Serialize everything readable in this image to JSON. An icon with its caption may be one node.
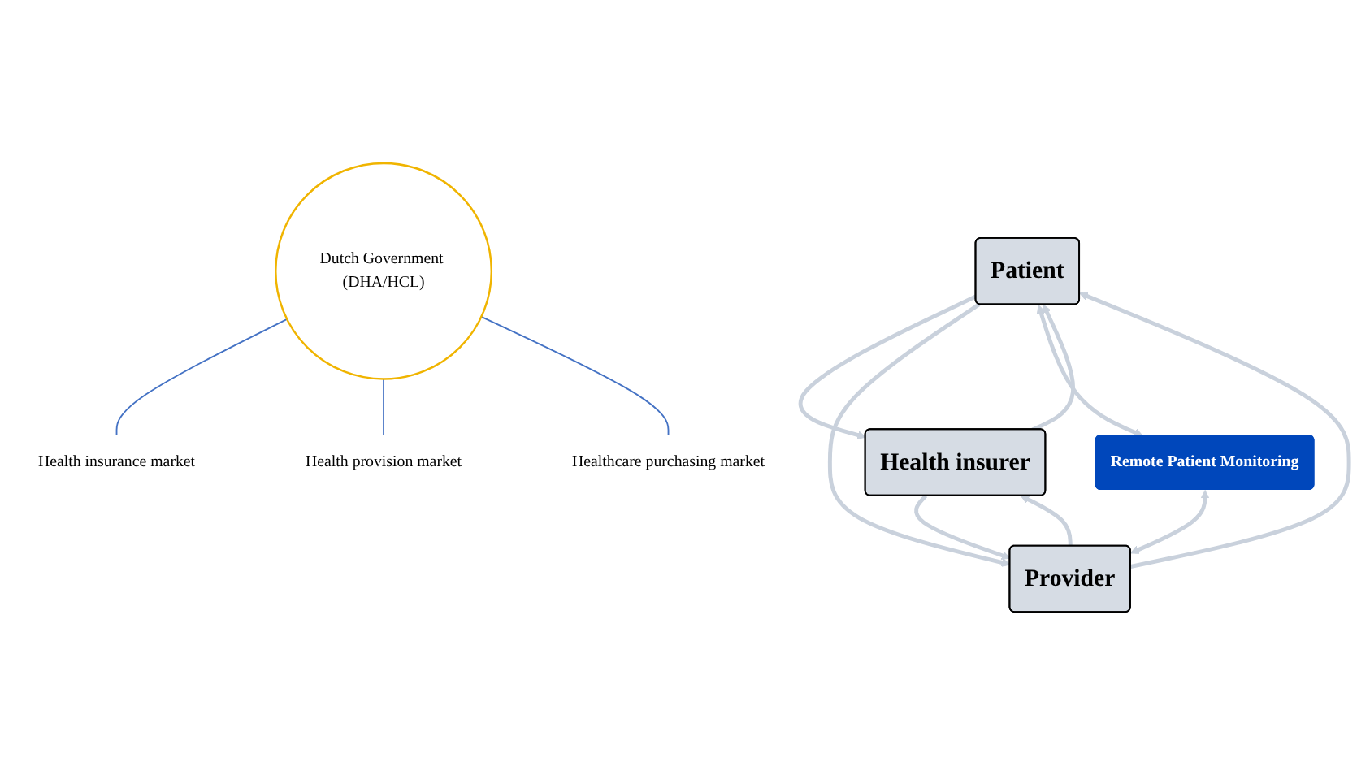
{
  "diagram": {
    "nodes": [
      {
        "text": [
          "Patient"
        ]
      },
      {
        "text": [
          "Health insurance market"
        ]
      },
      {
        "text": [
          "Health insurer"
        ]
      },
      {
        "text": [
          "Dutch Government (DHA/HCL)"
        ]
      },
      {
        "text": [
          "Health provision market"
        ]
      },
      {
        "text": [
          "Healthcare purchasing market"
        ]
      },
      {
        "text": [
          "Remote Patient Monitoring"
        ]
      },
      {
        "text": [
          "Provider"
        ]
      }
    ],
    "edges": [
      {
        "from": 0,
        "to": 2,
        "arrow": "to"
      },
      {
        "from": 2,
        "to": 0,
        "arrow": "to"
      },
      {
        "from": 0,
        "to": 7,
        "arrow": "to"
      },
      {
        "from": 7,
        "to": 0,
        "arrow": "to"
      },
      {
        "from": 2,
        "to": 7,
        "arrow": "to"
      },
      {
        "from": 7,
        "to": 2,
        "arrow": "to"
      },
      {
        "from": 0,
        "to": 6,
        "arrow": "both"
      },
      {
        "from": 6,
        "to": 7,
        "arrow": "both"
      },
      {
        "from": 3,
        "to": 1,
        "arrow": "none",
        "color": "#4472c4"
      },
      {
        "from": 3,
        "to": 4,
        "arrow": "none",
        "color": "#4472c4"
      },
      {
        "from": 3,
        "to": 5,
        "arrow": "none",
        "color": "#4472c4"
      }
    ]
  }
}
